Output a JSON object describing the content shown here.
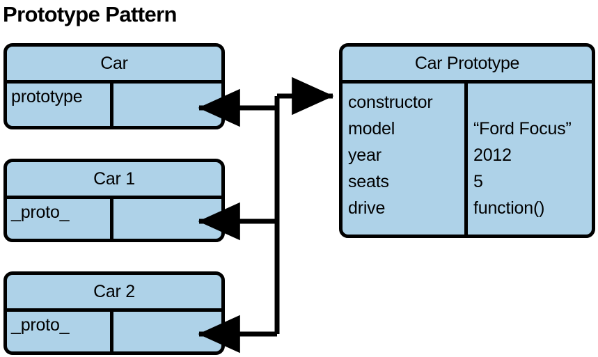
{
  "title": "Prototype Pattern",
  "boxes": {
    "car": {
      "header": "Car",
      "field_label": "prototype",
      "field_value": ""
    },
    "car1": {
      "header": "Car 1",
      "field_label": "_proto_",
      "field_value": ""
    },
    "car2": {
      "header": "Car 2",
      "field_label": "_proto_",
      "field_value": ""
    },
    "car_prototype": {
      "header": "Car Prototype",
      "rows": [
        {
          "label": "constructor",
          "value": ""
        },
        {
          "label": "model",
          "value": "“Ford Focus”"
        },
        {
          "label": "year",
          "value": "2012"
        },
        {
          "label": "seats",
          "value": "5"
        },
        {
          "label": "drive",
          "value": "function()"
        }
      ]
    }
  },
  "connectors": [
    {
      "name": "car-to-prototype",
      "from": "car",
      "to": "car-prototype",
      "direction": "bidirectional"
    },
    {
      "name": "car1-to-prototype",
      "from": "car1",
      "to": "car-prototype",
      "direction": "incoming"
    },
    {
      "name": "car2-to-prototype",
      "from": "car2",
      "to": "car-prototype",
      "direction": "incoming"
    }
  ],
  "colors": {
    "box_fill": "#aed2e8",
    "stroke": "#000000",
    "background": "#ffffff",
    "text": "#000000"
  }
}
